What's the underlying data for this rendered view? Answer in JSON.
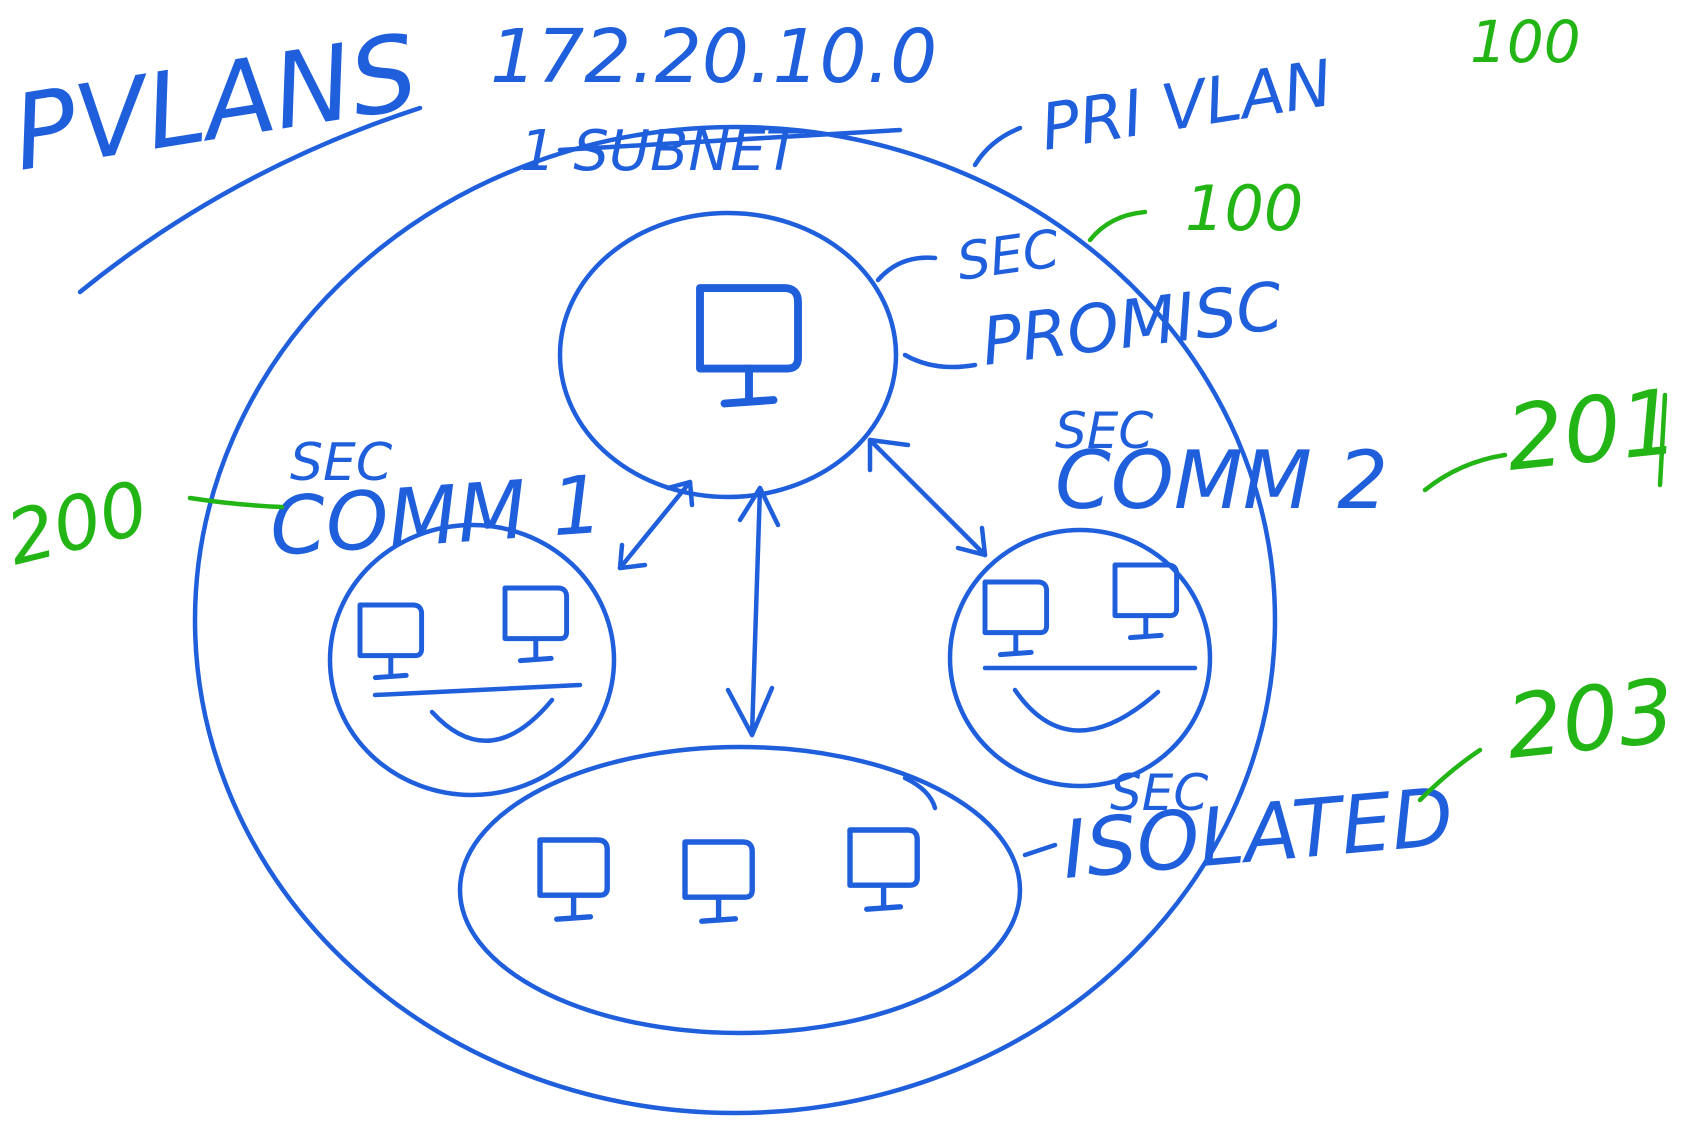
{
  "title": "PVLANS",
  "subnet_address": "172.20.10.0",
  "subnet_label": "1 SUBNET",
  "primary": {
    "label": "PRI VLAN",
    "id": "100"
  },
  "promiscuous": {
    "sec_label": "SEC",
    "id": "100",
    "type_label": "PROMISC"
  },
  "community1": {
    "sec_label": "SEC",
    "name": "COMM 1",
    "id": "200"
  },
  "community2": {
    "sec_label": "SEC",
    "name": "COMM 2",
    "id": "201"
  },
  "isolated": {
    "sec_label": "SEC",
    "name": "ISOLATED",
    "id": "203"
  },
  "colors": {
    "ink": "#1f5fdc",
    "vlan_ids": "#22b515",
    "background": "#ffffff"
  }
}
